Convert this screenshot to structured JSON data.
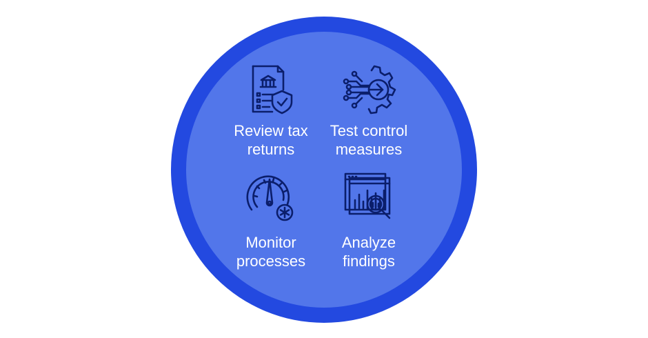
{
  "colors": {
    "outer_ring": "#2349e0",
    "inner_fill": "#5276ea",
    "icon_stroke": "#0b1e6b",
    "label_text": "#ffffff",
    "background": "#ffffff"
  },
  "items": [
    {
      "label_line1": "Review tax",
      "label_line2": "returns",
      "icon": "tax-document-shield-icon"
    },
    {
      "label_line1": "Test control",
      "label_line2": "measures",
      "icon": "gear-circuit-arrow-icon"
    },
    {
      "label_line1": "Monitor",
      "label_line2": "processes",
      "icon": "gauge-icon"
    },
    {
      "label_line1": "Analyze",
      "label_line2": "findings",
      "icon": "chart-magnifier-icon"
    }
  ]
}
